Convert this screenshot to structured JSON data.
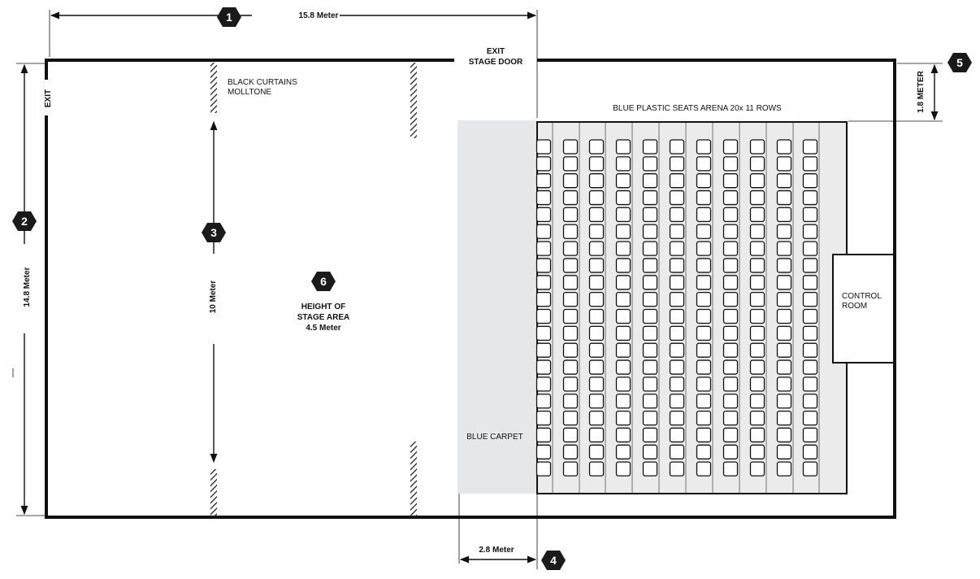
{
  "dimensions": {
    "width": "15.8 Meter",
    "depth": "14.8 Meter",
    "curtain_gap": "10 Meter",
    "carpet_width": "2.8 Meter",
    "seat_offset": "1.8 METER"
  },
  "labels": {
    "exit_top_1": "EXIT",
    "exit_top_2": "STAGE DOOR",
    "exit_left": "EXIT",
    "curtains_1": "BLACK CURTAINS",
    "curtains_2": "MOLLTONE",
    "height_1": "HEIGHT OF",
    "height_2": "STAGE AREA",
    "height_3": "4.5 Meter",
    "seats": "BLUE PLASTIC SEATS ARENA 20x 11 ROWS",
    "carpet": "BLUE CARPET",
    "control_1": "CONTROL",
    "control_2": "ROOM"
  },
  "badges": [
    "1",
    "2",
    "3",
    "4",
    "5",
    "6"
  ],
  "seating": {
    "columns": 11,
    "rows": 20
  },
  "colors": {
    "wall": "#111111",
    "carpet": "#e6e7e8",
    "seat_area": "#ebebeb",
    "badge": "#1a1a1a"
  }
}
